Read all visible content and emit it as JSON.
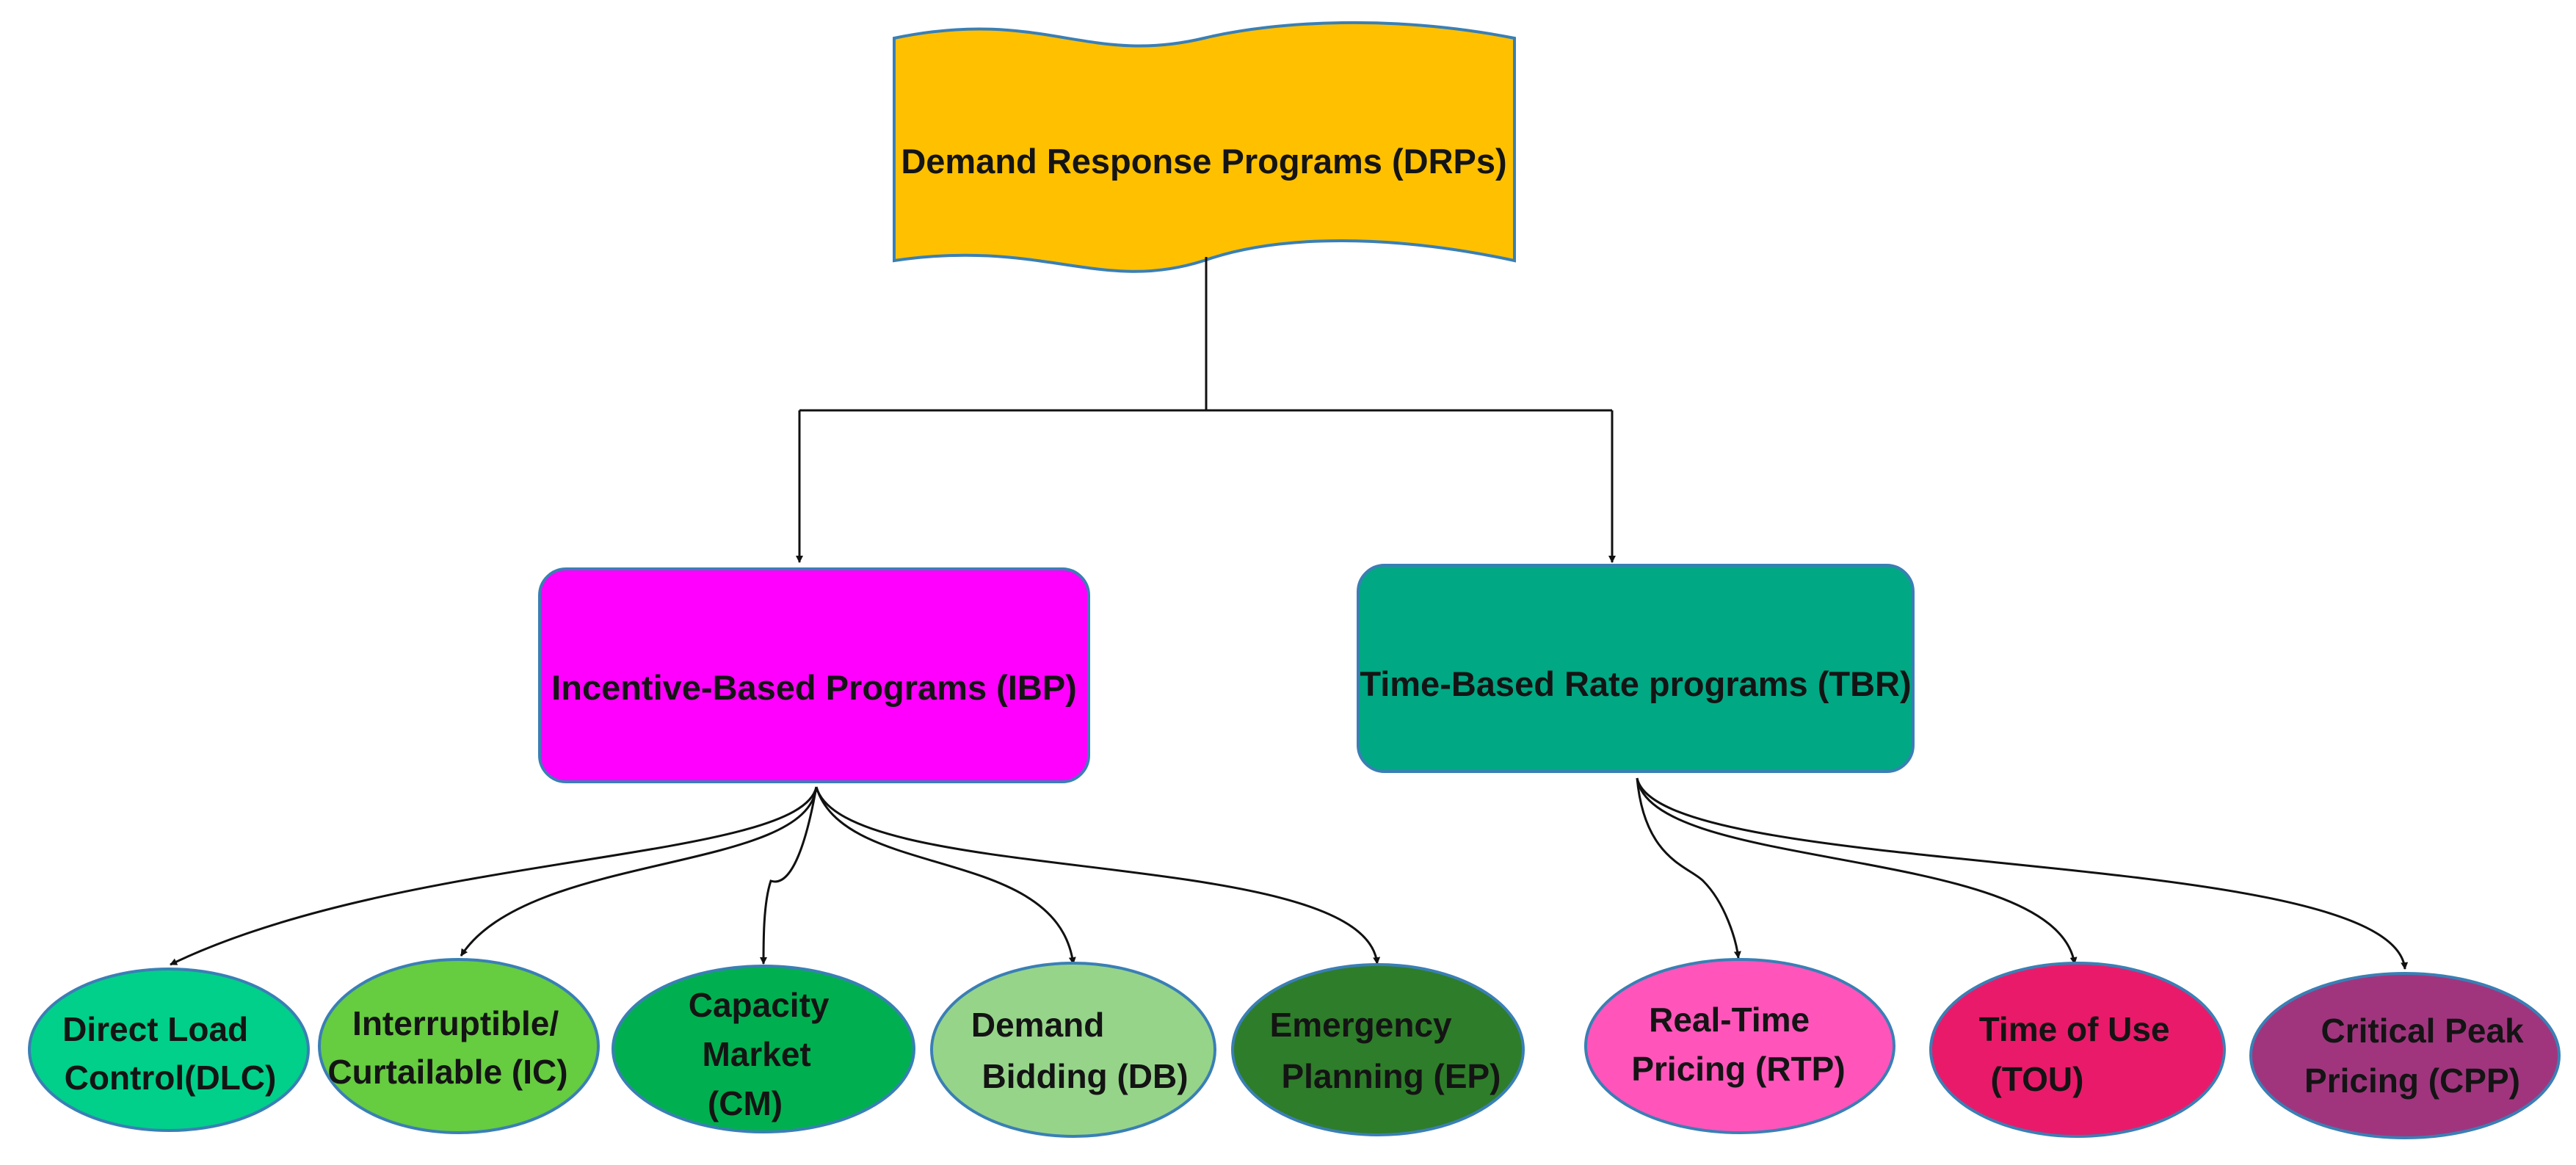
{
  "diagram": {
    "root": {
      "label": "Demand Response Programs (DRPs)",
      "color": "#FFC000"
    },
    "branches": [
      {
        "label": "Incentive-Based Programs (IBP)",
        "color": "#FF00FF",
        "children": [
          {
            "lines": [
              "Direct Load",
              "Control(DLC)"
            ],
            "color": "#00D08A"
          },
          {
            "lines": [
              "Interruptible/",
              "Curtailable (IC)"
            ],
            "color": "#66CC40"
          },
          {
            "lines": [
              "Capacity",
              "Market",
              "(CM)"
            ],
            "color": "#00B050"
          },
          {
            "lines": [
              "Demand",
              "Bidding (DB)"
            ],
            "color": "#96D48A"
          },
          {
            "lines": [
              "Emergency",
              "Planning (EP)"
            ],
            "color": "#2E7D2A"
          }
        ]
      },
      {
        "label": "Time-Based Rate programs (TBR)",
        "color": "#00A884",
        "children": [
          {
            "lines": [
              "Real-Time",
              "Pricing (RTP)"
            ],
            "color": "#FF55BB"
          },
          {
            "lines": [
              "Time of Use",
              "(TOU)"
            ],
            "color": "#EA1A6A"
          },
          {
            "lines": [
              "Critical Peak",
              "Pricing (CPP)"
            ],
            "color": "#A0357E"
          }
        ]
      }
    ],
    "outline_color": "#3A7FB5"
  }
}
